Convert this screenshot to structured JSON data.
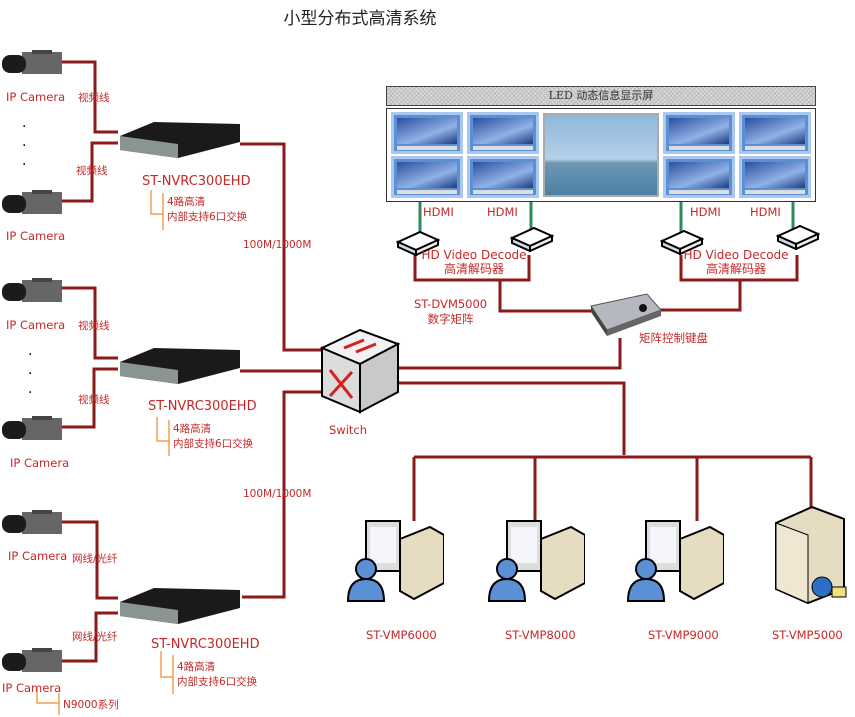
{
  "title": "小型分布式高清系统",
  "led_screen_label": "LED 动态信息显示屏",
  "cameras": [
    {
      "label": "IP Camera",
      "link": "视频线"
    },
    {
      "label": "IP Camera",
      "link": "视频线"
    },
    {
      "label": "IP Camera",
      "link": "视频线"
    },
    {
      "label": "IP Camera",
      "link": "视频线"
    },
    {
      "label": "IP Camera",
      "link": "网线/光纤"
    },
    {
      "label": "IP Camera",
      "link": "网线/光纤"
    }
  ],
  "camera_series_note": "N9000系列",
  "ellipsis": "·",
  "nvrs": [
    {
      "model": "ST-NVRC300EHD",
      "note1": "4路高清",
      "note2": "内部支持6口交换"
    },
    {
      "model": "ST-NVRC300EHD",
      "note1": "4路高清",
      "note2": "内部支持6口交换"
    },
    {
      "model": "ST-NVRC300EHD",
      "note1": "4路高清",
      "note2": "内部支持6口交换"
    }
  ],
  "uplink_labels": [
    "100M/1000M",
    "100M/1000M"
  ],
  "switch_label": "Switch",
  "hdmi_labels": [
    "HDMI",
    "HDMI",
    "HDMI",
    "HDMI"
  ],
  "decoders": [
    {
      "name": "HD Video Decode",
      "cn": "高清解码器"
    },
    {
      "name": "HD Video Decode",
      "cn": "高清解码器"
    }
  ],
  "matrix": {
    "model": "ST-DVM5000",
    "cn": "数字矩阵"
  },
  "keyboard_label": "矩阵控制键盘",
  "workstations": [
    "ST-VMP6000",
    "ST-VMP8000",
    "ST-VMP9000",
    "ST-VMP5000"
  ],
  "colors": {
    "wire": "#8b1a1a",
    "hdmi": "#2e8b57",
    "label": "#c62828",
    "note_line": "#f0a050"
  }
}
